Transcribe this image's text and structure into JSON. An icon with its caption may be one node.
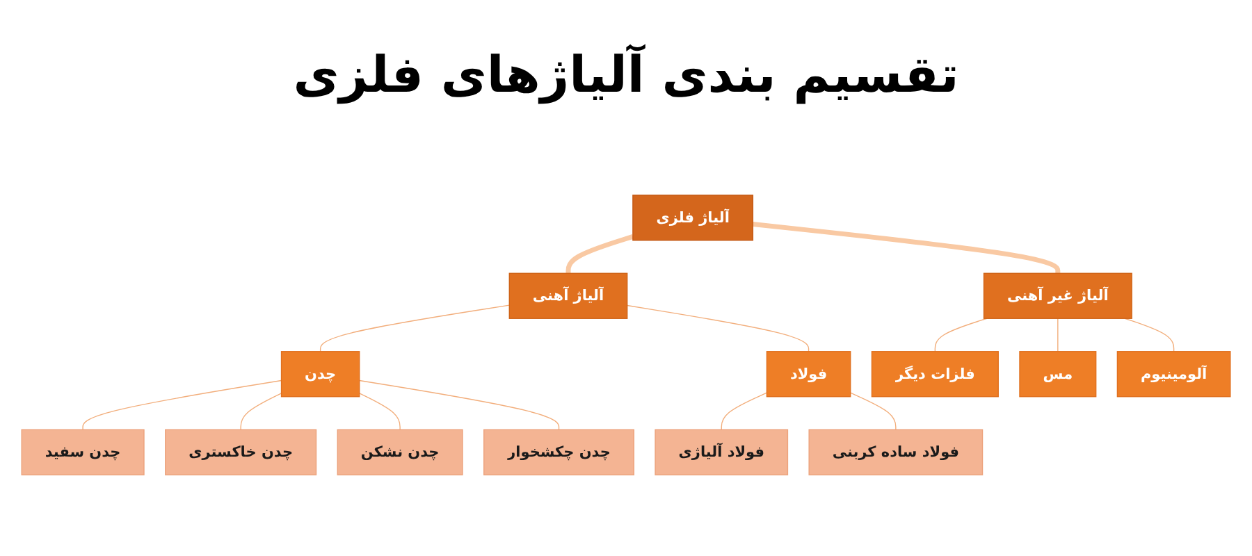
{
  "diagram": {
    "title": "تقسیم بندی آلیاژهای فلزی",
    "nodes": [
      {
        "text": [
          "آلیاژ فلزی"
        ]
      },
      {
        "text": [
          "آلیاژ آهنی"
        ]
      },
      {
        "text": [
          "آلیاژ غیر آهنی"
        ]
      },
      {
        "text": [
          "چدن"
        ]
      },
      {
        "text": [
          "فولاد"
        ]
      },
      {
        "text": [
          "فلزات دیگر"
        ]
      },
      {
        "text": [
          "مس"
        ]
      },
      {
        "text": [
          "آلومینیوم"
        ]
      },
      {
        "text": [
          "چدن سفید"
        ]
      },
      {
        "text": [
          "چدن خاکستری"
        ]
      },
      {
        "text": [
          "چدن نشکن"
        ]
      },
      {
        "text": [
          "چدن چکشخوار"
        ]
      },
      {
        "text": [
          "فولاد آلیاژی"
        ]
      },
      {
        "text": [
          "فولاد ساده کربنی"
        ]
      }
    ],
    "edges": [
      {
        "from": 0,
        "to": 1,
        "arrow": "none",
        "style": "thick",
        "color": "#f9c9a3"
      },
      {
        "from": 0,
        "to": 2,
        "arrow": "none",
        "style": "thick",
        "color": "#f9c9a3"
      },
      {
        "from": 1,
        "to": 3,
        "arrow": "none"
      },
      {
        "from": 1,
        "to": 4,
        "arrow": "none"
      },
      {
        "from": 2,
        "to": 5,
        "arrow": "none"
      },
      {
        "from": 2,
        "to": 6,
        "arrow": "none"
      },
      {
        "from": 2,
        "to": 7,
        "arrow": "none"
      },
      {
        "from": 3,
        "to": 8,
        "arrow": "none"
      },
      {
        "from": 3,
        "to": 9,
        "arrow": "none"
      },
      {
        "from": 3,
        "to": 10,
        "arrow": "none"
      },
      {
        "from": 3,
        "to": 11,
        "arrow": "none"
      },
      {
        "from": 4,
        "to": 12,
        "arrow": "none"
      },
      {
        "from": 4,
        "to": 13,
        "arrow": "none"
      }
    ]
  }
}
